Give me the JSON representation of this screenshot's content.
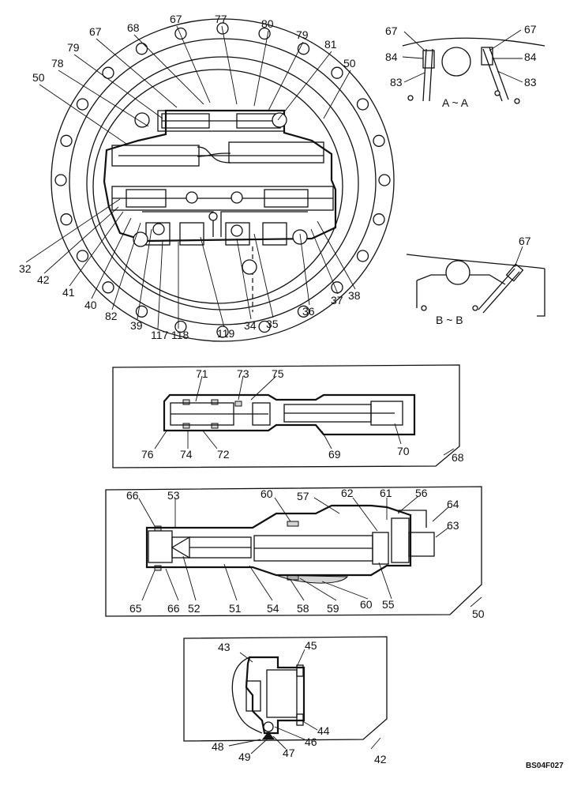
{
  "labels": {
    "main": [
      "67",
      "68",
      "67",
      "77",
      "80",
      "79",
      "81",
      "50",
      "79",
      "78",
      "50",
      "32",
      "42",
      "41",
      "40",
      "82",
      "39",
      "117",
      "118",
      "119",
      "34",
      "35",
      "36",
      "37",
      "38"
    ],
    "section_aa": {
      "caption": "A ~ A",
      "items": [
        "67",
        "84",
        "83",
        "67",
        "84",
        "83"
      ]
    },
    "section_bb": {
      "caption": "B ~ B",
      "items": [
        "67"
      ]
    },
    "detail_68": {
      "items": [
        "71",
        "73",
        "75",
        "76",
        "74",
        "72",
        "69",
        "70"
      ],
      "ref": "68"
    },
    "detail_50": {
      "items": [
        "66",
        "53",
        "60",
        "57",
        "62",
        "61",
        "56",
        "64",
        "63",
        "65",
        "66",
        "52",
        "51",
        "54",
        "58",
        "59",
        "60",
        "55"
      ],
      "ref": "50"
    },
    "detail_42": {
      "items": [
        "43",
        "45",
        "44",
        "46",
        "48",
        "49",
        "47"
      ],
      "ref": "42"
    }
  },
  "drawing_code": "BS04F027"
}
